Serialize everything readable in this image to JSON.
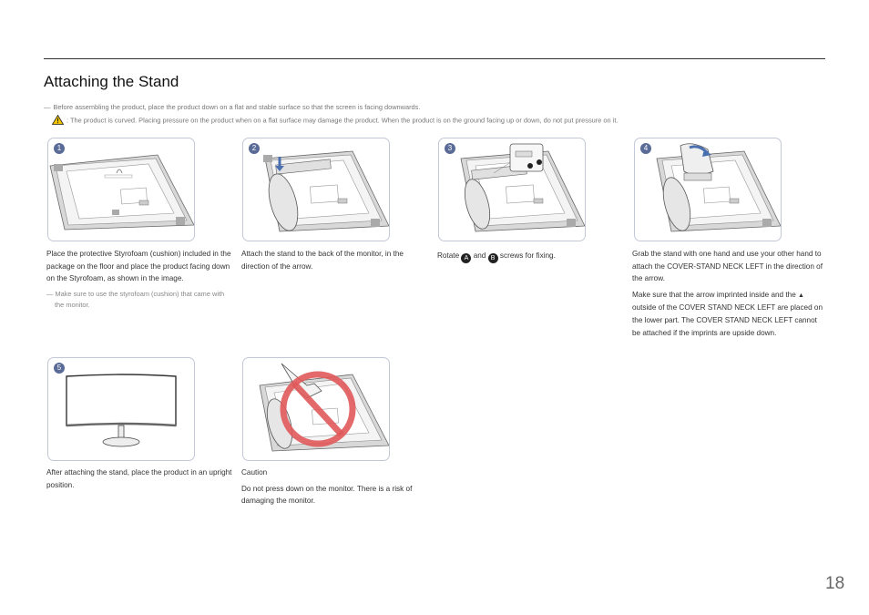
{
  "header": {
    "title": "Attaching the Stand",
    "note_mark": "―",
    "note": "Before assembling the product, place the product down on a flat and stable surface so that the screen is facing downwards.",
    "caution_text": ": The product is curved. Placing pressure on the product when on a flat surface may damage the product. When the product is on the ground facing up or down, do not put pressure on it."
  },
  "steps": {
    "s1": {
      "num": "1",
      "text": "Place the protective Styrofoam (cushion) included in the package on the floor and place the product facing down on the Styrofoam, as shown in the image.",
      "note_mark": "―",
      "note": "Make sure to use the styrofoam (cushion) that came with the monitor."
    },
    "s2": {
      "num": "2",
      "text": "Attach the stand to the back of the monitor, in the direction of the arrow."
    },
    "s3": {
      "num": "3",
      "text_pre": "Rotate",
      "a": "A",
      "text_and": "and",
      "b": "B",
      "text_post": "screws for fixing."
    },
    "s4": {
      "num": "4",
      "text1": "Grab the stand with one hand and use your other hand to attach the COVER-STAND NECK LEFT in the direction of the arrow.",
      "text2_pre": "Make sure that the arrow imprinted inside and the",
      "text2_post": "outside of the COVER STAND NECK LEFT are placed on the lower part. The COVER STAND NECK LEFT cannot be attached if the imprints are upside down."
    },
    "s5": {
      "num": "5",
      "text": "After attaching the stand, place the product in an upright position."
    },
    "caution": {
      "title": "Caution",
      "text": "Do not press down on the monitor. There is a risk of damaging the monitor."
    }
  },
  "page": {
    "number": "18"
  },
  "colors": {
    "badge": "#5a6b97",
    "frame_border": "#c4c8d6",
    "prohibit": "#e0595a",
    "arrow": "#4a6fb0",
    "warning": "#f2c200"
  }
}
